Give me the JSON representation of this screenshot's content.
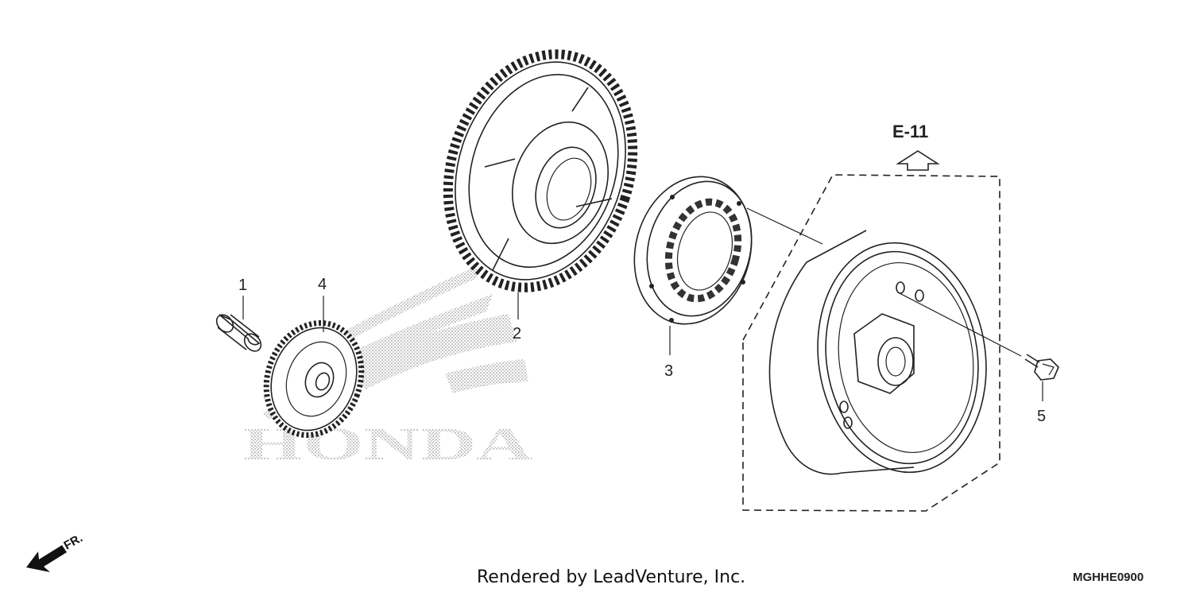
{
  "callouts": [
    {
      "id": "1",
      "label": "1"
    },
    {
      "id": "2",
      "label": "2"
    },
    {
      "id": "3",
      "label": "3"
    },
    {
      "id": "4",
      "label": "4"
    },
    {
      "id": "5",
      "label": "5"
    }
  ],
  "reference": "E-11",
  "watermark": "HONDA",
  "front_indicator": "FR.",
  "credit": "Rendered by LeadVenture, Inc.",
  "diagram_code": "MGHHE0900",
  "icons": {
    "reference_arrow": "up-arrow-outline-icon",
    "front_arrow": "front-direction-arrow-icon"
  }
}
